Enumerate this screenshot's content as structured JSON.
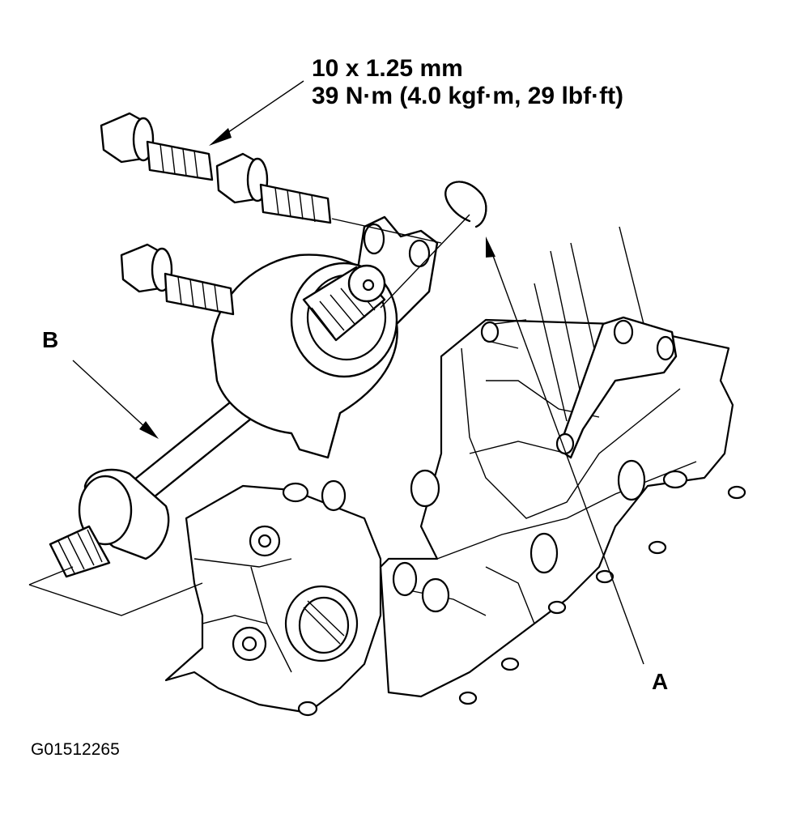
{
  "spec": {
    "size": "10 x 1.25 mm",
    "torque": "39 N·m (4.0 kgf·m, 29 lbf·ft)"
  },
  "callouts": {
    "a": "A",
    "b": "B"
  },
  "figure_id": "G01512265"
}
